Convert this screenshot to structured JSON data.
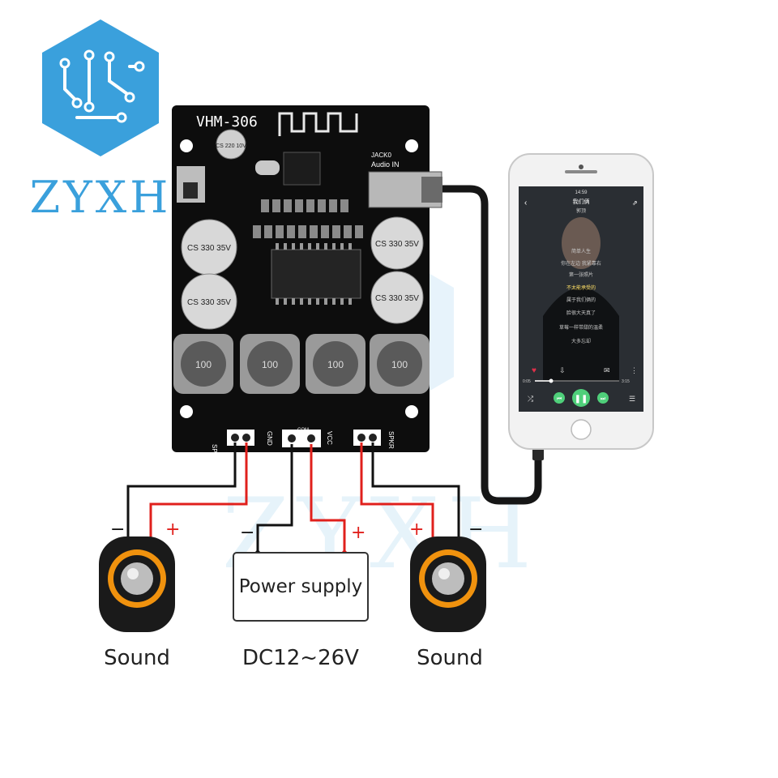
{
  "brand": {
    "logo_text": "ZYXH",
    "logo_color": "#3aa0dc"
  },
  "board": {
    "model": "VHM-306",
    "jack_label": "JACK0",
    "audio_in_label": "Audio IN",
    "inductor_marking": "100",
    "capacitors": [
      "CS 220 10V",
      "CS 330 35V",
      "CS 330 35V",
      "CS 330 35V",
      "CS 330 35V"
    ],
    "pin_labels": {
      "left_speaker": "SPKL",
      "ground": "GND",
      "com": "COM",
      "voltage": "VCC",
      "right_speaker": "SPKR"
    },
    "board_color": "#0d0d0d"
  },
  "phone": {
    "status_time": "14:59",
    "song_title": "我们俩",
    "lyrics": [
      "郭顶",
      "简单人生",
      "你在左边 我紧靠右",
      "第一张照片",
      "不太能承受的",
      "属于我们俩的",
      "脸很大天真了",
      "草莓一样带甜的温柔",
      "大多忘却"
    ],
    "time_elapsed": "0:05",
    "time_total": "3:15"
  },
  "connections": {
    "left_speaker": {
      "minus": "−",
      "plus": "+",
      "label": "Sound"
    },
    "right_speaker": {
      "minus": "−",
      "plus": "+",
      "label": "Sound"
    },
    "power": {
      "minus": "−",
      "plus": "+",
      "box_label": "Power supply",
      "voltage_label": "DC12~26V"
    }
  },
  "colors": {
    "wire_red": "#e0201c",
    "wire_black": "#111111",
    "speaker_ring": "#f0920e",
    "play_button": "#4fcf7a"
  }
}
